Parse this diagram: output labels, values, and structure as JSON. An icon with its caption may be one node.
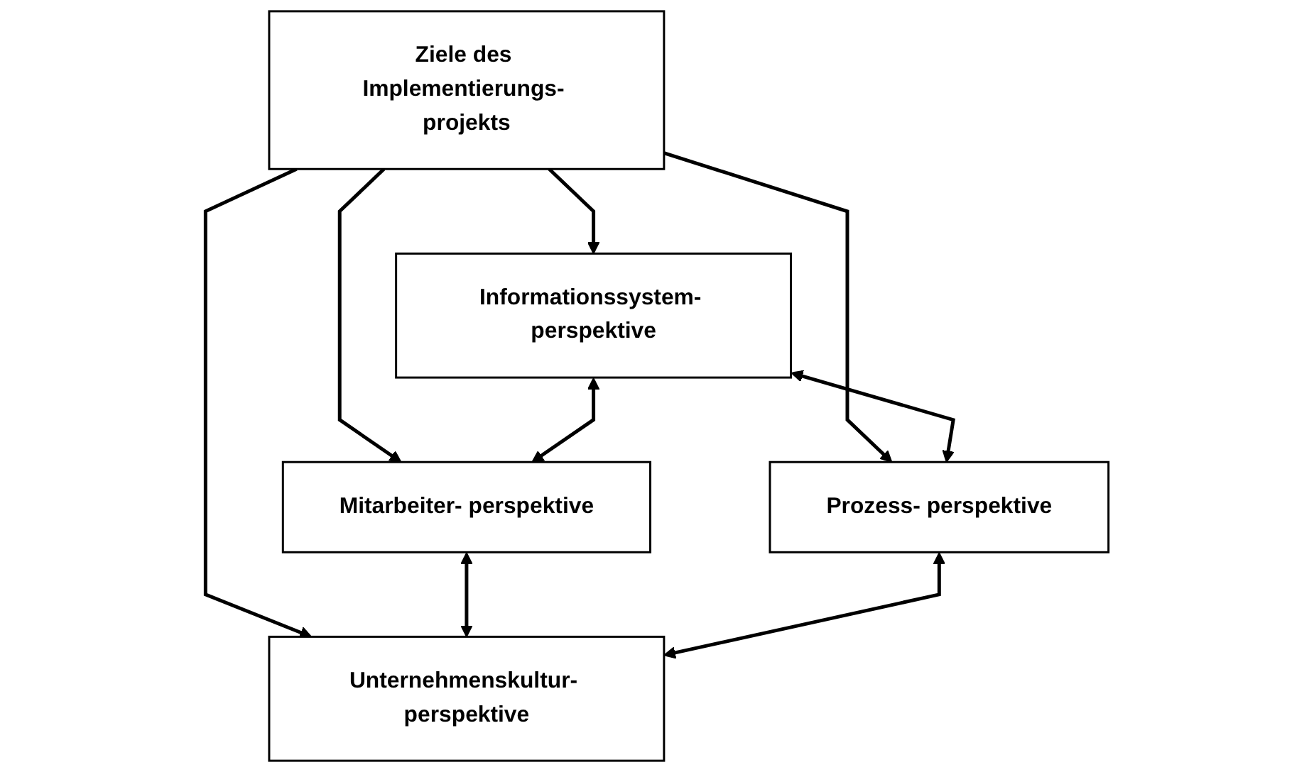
{
  "diagram": {
    "nodes": [
      {
        "text": [
          "Mitarbeiter- perspektive"
        ]
      },
      {
        "text": [
          "Informationssystem- perspektive"
        ]
      },
      {
        "text": [
          "Ziele des Implementierungs- projekts"
        ]
      },
      {
        "text": [
          "Unternehmenskultur- perspektive"
        ]
      },
      {
        "text": [
          "Prozess- perspektive"
        ]
      }
    ],
    "edges": [
      {
        "from": 2,
        "to": 0,
        "arrow": "to"
      },
      {
        "from": 2,
        "to": 1,
        "arrow": "to"
      },
      {
        "from": 2,
        "to": 3,
        "arrow": "to"
      },
      {
        "from": 2,
        "to": 4,
        "arrow": "to"
      },
      {
        "from": 1,
        "to": 0,
        "arrow": "both"
      },
      {
        "from": 0,
        "to": 3,
        "arrow": "both"
      },
      {
        "from": 1,
        "to": 4,
        "arrow": "both"
      },
      {
        "from": 4,
        "to": 3,
        "arrow": "both"
      }
    ]
  }
}
